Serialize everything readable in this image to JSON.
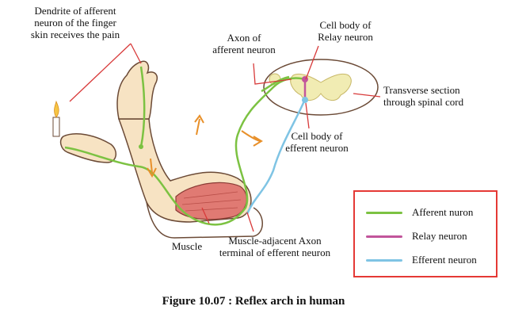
{
  "labels": {
    "dendrite": "Dendrite of afferent\nneuron of the finger\nskin receives the pain",
    "axon_afferent": "Axon of\nafferent neuron",
    "cell_body_relay": "Cell body of\nRelay neuron",
    "transverse": "Transverse section\nthrough spinal cord",
    "cell_body_efferent": "Cell body of\nefferent neuron",
    "muscle": "Muscle",
    "axon_terminal": "Muscle-adjacent Axon\nterminal of efferent neuron"
  },
  "legend": {
    "items": [
      {
        "label": "Afferent nuron",
        "color": "#7cc242"
      },
      {
        "label": "Relay neuron",
        "color": "#c2559b"
      },
      {
        "label": "Efferent neuron",
        "color": "#7fc4e4"
      }
    ],
    "border_color": "#e53935"
  },
  "caption": "Figure 10.07 : Reflex arch in human",
  "colors": {
    "skin": "#f7e3c3",
    "skin_outline": "#6b4a36",
    "muscle": "#e07a73",
    "spinal_grey": "#f1ecb3",
    "pointer_line": "#d83a3a",
    "arrow": "#e8902a"
  }
}
